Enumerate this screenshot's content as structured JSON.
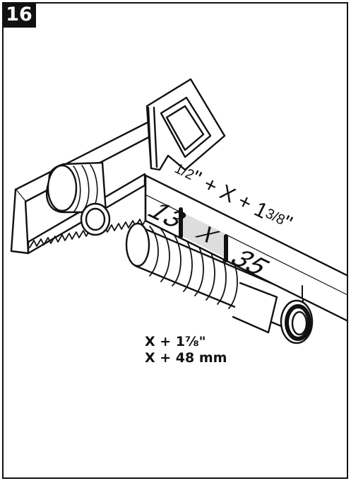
{
  "step": {
    "number": "16"
  },
  "ruler": {
    "left_number": "13",
    "gap_label": "X",
    "right_number": "35",
    "formula_half": "1/2",
    "formula_mid": "\" + X + 1",
    "formula_end_fraction": "3/8",
    "formula_inch": "\""
  },
  "caption": {
    "line1": "X + 1⅞\"",
    "line2": "X + 48 mm"
  }
}
